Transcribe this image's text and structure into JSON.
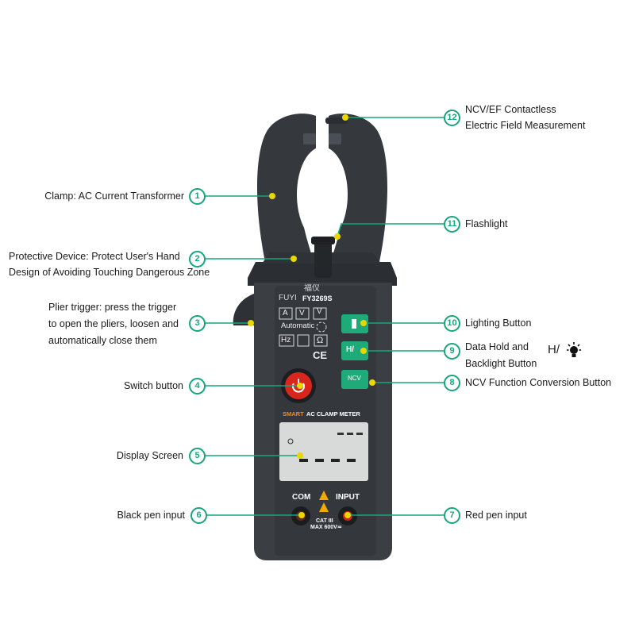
{
  "colors": {
    "accent": "#17a57c",
    "meter_body": "#3b3f44",
    "button_green": "#1faa7a",
    "power_red": "#d9261c",
    "dot": "#e8d800"
  },
  "callouts": [
    {
      "n": "1",
      "lines": [
        "Clamp: AC Current Transformer"
      ]
    },
    {
      "n": "2",
      "lines": [
        "Protective Device: Protect User's Hand",
        "Design of Avoiding Touching Dangerous Zone"
      ]
    },
    {
      "n": "3",
      "lines": [
        "Plier trigger: press the trigger",
        "to open the pliers, loosen and",
        "automatically close them"
      ]
    },
    {
      "n": "4",
      "lines": [
        "Switch button"
      ]
    },
    {
      "n": "5",
      "lines": [
        "Display Screen"
      ]
    },
    {
      "n": "6",
      "lines": [
        "Black pen input"
      ]
    },
    {
      "n": "7",
      "lines": [
        "Red pen input"
      ]
    },
    {
      "n": "8",
      "lines": [
        "NCV Function Conversion Button"
      ]
    },
    {
      "n": "9",
      "lines": [
        "Data Hold and",
        "Backlight Button"
      ]
    },
    {
      "n": "10",
      "lines": [
        "Lighting Button"
      ]
    },
    {
      "n": "11",
      "lines": [
        "Flashlight"
      ]
    },
    {
      "n": "12",
      "lines": [
        "NCV/EF Contactless",
        "Electric Field Measurement"
      ]
    }
  ],
  "hold_icon_text": "H/",
  "meter": {
    "brand_cn": "福仪",
    "brand": "FUYI",
    "model": "FY3269S",
    "mode_a": "A",
    "mode_v": "V",
    "mode_vlo": "V",
    "auto_label": "Automatic",
    "hz": "Hz",
    "ohm": "Ω",
    "ce": "CE",
    "btn_hold": "H/",
    "btn_ncv": "NCV",
    "strip_smart": "SMART",
    "strip_title": "AC CLAMP METER",
    "com": "COM",
    "input": "INPUT",
    "cat": "CAT III",
    "max": "MAX 600V≂"
  }
}
